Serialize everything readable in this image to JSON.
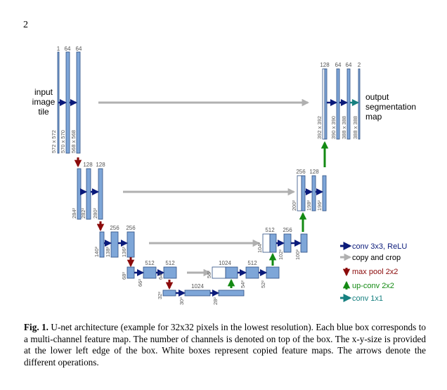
{
  "page_number": "2",
  "labels": {
    "input_line1": "input",
    "input_line2": "image",
    "input_line3": "tile",
    "output_line1": "output",
    "output_line2": "segmentation",
    "output_line3": "map"
  },
  "channels": {
    "c1": "1",
    "c2": "64",
    "c3": "64",
    "c4": "128",
    "c5": "128",
    "c6": "256",
    "c7": "256",
    "c8": "512",
    "c9": "512",
    "c10": "1024",
    "c11": "1024",
    "c12": "512",
    "c13": "512",
    "c14": "256",
    "c15": "256",
    "c16": "128",
    "c17": "128",
    "c18": "64",
    "c19": "64",
    "c20": "2"
  },
  "sizes": {
    "s1": "572 x 572",
    "s2": "570 x 570",
    "s3": "568 x 568",
    "s4": "284²",
    "s5": "282²",
    "s6": "280²",
    "s7": "140²",
    "s8": "138²",
    "s9": "136²",
    "s10": "68²",
    "s11": "66²",
    "s12": "64²",
    "s13": "32²",
    "s14": "30²",
    "s15": "28²",
    "s16": "56²",
    "s17": "54²",
    "s18": "52²",
    "s19": "104²",
    "s20": "102²",
    "s21": "100²",
    "s22": "200²",
    "s23": "198²",
    "s24": "196²",
    "s25": "392 x 392",
    "s26": "390 x 390",
    "s27": "388 x 388",
    "s28": "388 x 388"
  },
  "legend": {
    "conv": "conv 3x3, ReLU",
    "copy": "copy and crop",
    "pool": "max pool 2x2",
    "upconv": "up-conv 2x2",
    "conv1x1": "conv 1x1"
  },
  "colors": {
    "box": "#7ea6d8",
    "box_border": "#2d4f83",
    "conv_arrow": "#0a1a7a",
    "copy_arrow": "#b0b0b0",
    "pool_arrow": "#8b0a0a",
    "upconv_arrow": "#138a13",
    "conv1x1_arrow": "#168080"
  },
  "caption": {
    "label": "Fig. 1.",
    "text": " U-net architecture (example for 32x32 pixels in the lowest resolution). Each blue box corresponds to a multi-channel feature map. The number of channels is denoted on top of the box. The x-y-size is provided at the lower left edge of the box. White boxes represent copied feature maps. The arrows denote the different operations."
  }
}
